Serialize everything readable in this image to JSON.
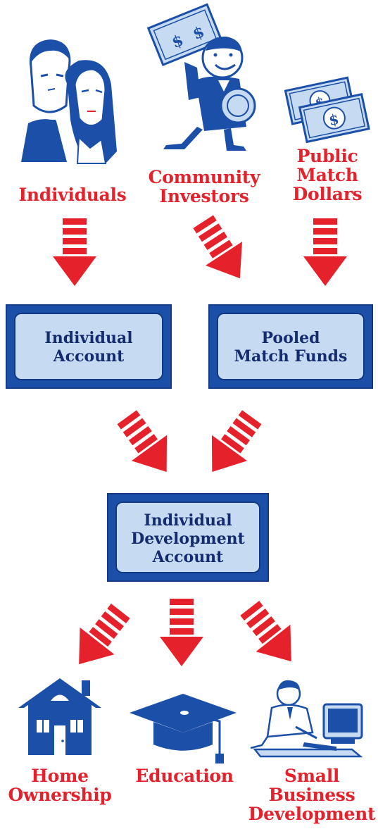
{
  "sources": [
    {
      "lines": [
        "Individuals"
      ]
    },
    {
      "lines": [
        "Community",
        "Investors"
      ]
    },
    {
      "lines": [
        "Public",
        "Match",
        "Dollars"
      ]
    }
  ],
  "accounts": [
    {
      "lines": [
        "Individual",
        "Account"
      ]
    },
    {
      "lines": [
        "Pooled",
        "Match Funds"
      ]
    }
  ],
  "ida": {
    "lines": [
      "Individual",
      "Development",
      "Account"
    ]
  },
  "uses": [
    {
      "lines": [
        "Home",
        "Ownership"
      ]
    },
    {
      "lines": [
        "Education"
      ]
    },
    {
      "lines": [
        "Small",
        "Business",
        "Development"
      ]
    }
  ],
  "colors": {
    "label_red": "#e5222b",
    "arrow_red": "#e5222b",
    "illustration_blue": "#1c4fa8",
    "certificate_light": "#c6dbf1"
  },
  "icons": [
    "couple-icon",
    "investor-with-money-icon",
    "dollar-bills-icon",
    "house-icon",
    "graduation-cap-icon",
    "businessman-computer-icon"
  ]
}
